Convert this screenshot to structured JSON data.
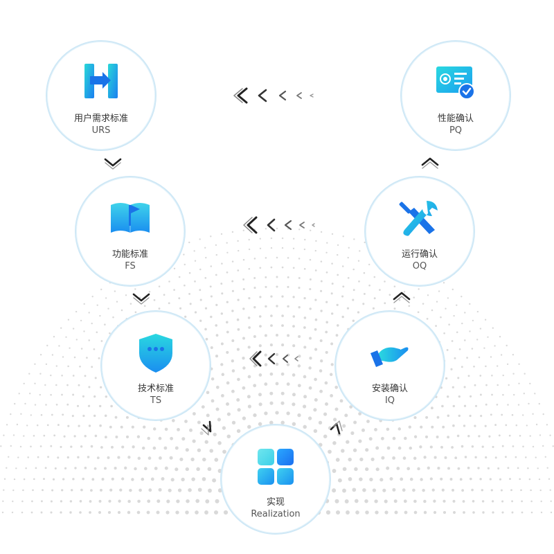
{
  "nodes": {
    "urs": {
      "cn": "用户需求标准",
      "en": "URS"
    },
    "fs": {
      "cn": "功能标准",
      "en": "FS"
    },
    "ts": {
      "cn": "技术标准",
      "en": "TS"
    },
    "real": {
      "cn": "实现",
      "en": "Realization"
    },
    "iq": {
      "cn": "安装确认",
      "en": "IQ"
    },
    "oq": {
      "cn": "运行确认",
      "en": "OQ"
    },
    "pq": {
      "cn": "性能确认",
      "en": "PQ"
    }
  },
  "icons": {
    "urs": "document-arrow-icon",
    "fs": "book-flag-icon",
    "ts": "shield-chat-icon",
    "real": "grid-blocks-icon",
    "iq": "hand-icon",
    "oq": "tools-icon",
    "pq": "certificate-check-icon"
  },
  "colors": {
    "accent_start": "#21d4d9",
    "accent_end": "#1a73e8",
    "circle_border": "#cfe8f6",
    "dot": "#d9d9d9",
    "text": "#333333"
  }
}
